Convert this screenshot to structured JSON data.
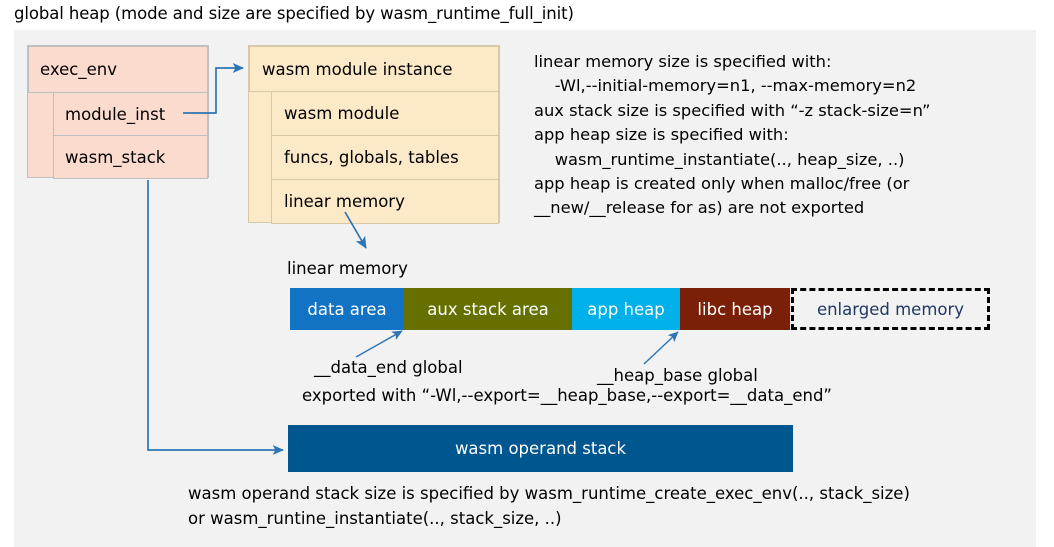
{
  "title": "global heap (mode and size are specified by wasm_runtime_full_init)",
  "exec_env": {
    "title": "exec_env",
    "rows": [
      {
        "label": "module_inst"
      },
      {
        "label": "wasm_stack"
      }
    ]
  },
  "wasm_module_instance": {
    "title": "wasm module instance",
    "rows": [
      {
        "label": "wasm module"
      },
      {
        "label": "funcs, globals, tables"
      },
      {
        "label": "linear memory"
      }
    ]
  },
  "notes": "linear memory size is specified with:\n    -Wl,--initial-memory=n1, --max-memory=n2\naux stack size is specified with “-z stack-size=n”\napp heap size is specified with:\n    wasm_runtime_instantiate(.., heap_size, ..)\napp heap is created only when malloc/free (or\n__new/__release for as) are not exported",
  "linear_memory": {
    "label": "linear memory",
    "segments": [
      {
        "label": "data area",
        "color": "#1273c4"
      },
      {
        "label": "aux stack area",
        "color": "#667000"
      },
      {
        "label": "app heap",
        "color": "#00b0e8"
      },
      {
        "label": "libc heap",
        "color": "#7a2008"
      },
      {
        "label": "enlarged memory",
        "color": "#f2f2f2"
      }
    ]
  },
  "annotations": {
    "data_end": "__data_end global",
    "heap_base": "__heap_base global",
    "export_note": "exported with “-Wl,--export=__heap_base,--export=__data_end”"
  },
  "operand_stack": {
    "label": "wasm operand stack",
    "note": "wasm operand stack size is specified by wasm_runtime_create_exec_env(.., stack_size)\nor wasm_runtine_instantiate(.., stack_size, ..)"
  },
  "colors": {
    "panel_background": "#f2f2f2",
    "exec_env_fill": "#fbdbcd",
    "module_instance_fill": "#fce9c8",
    "connector": "#2e75b6",
    "operand_stack_fill": "#00568f",
    "enlarged_text": "#1f3864"
  }
}
